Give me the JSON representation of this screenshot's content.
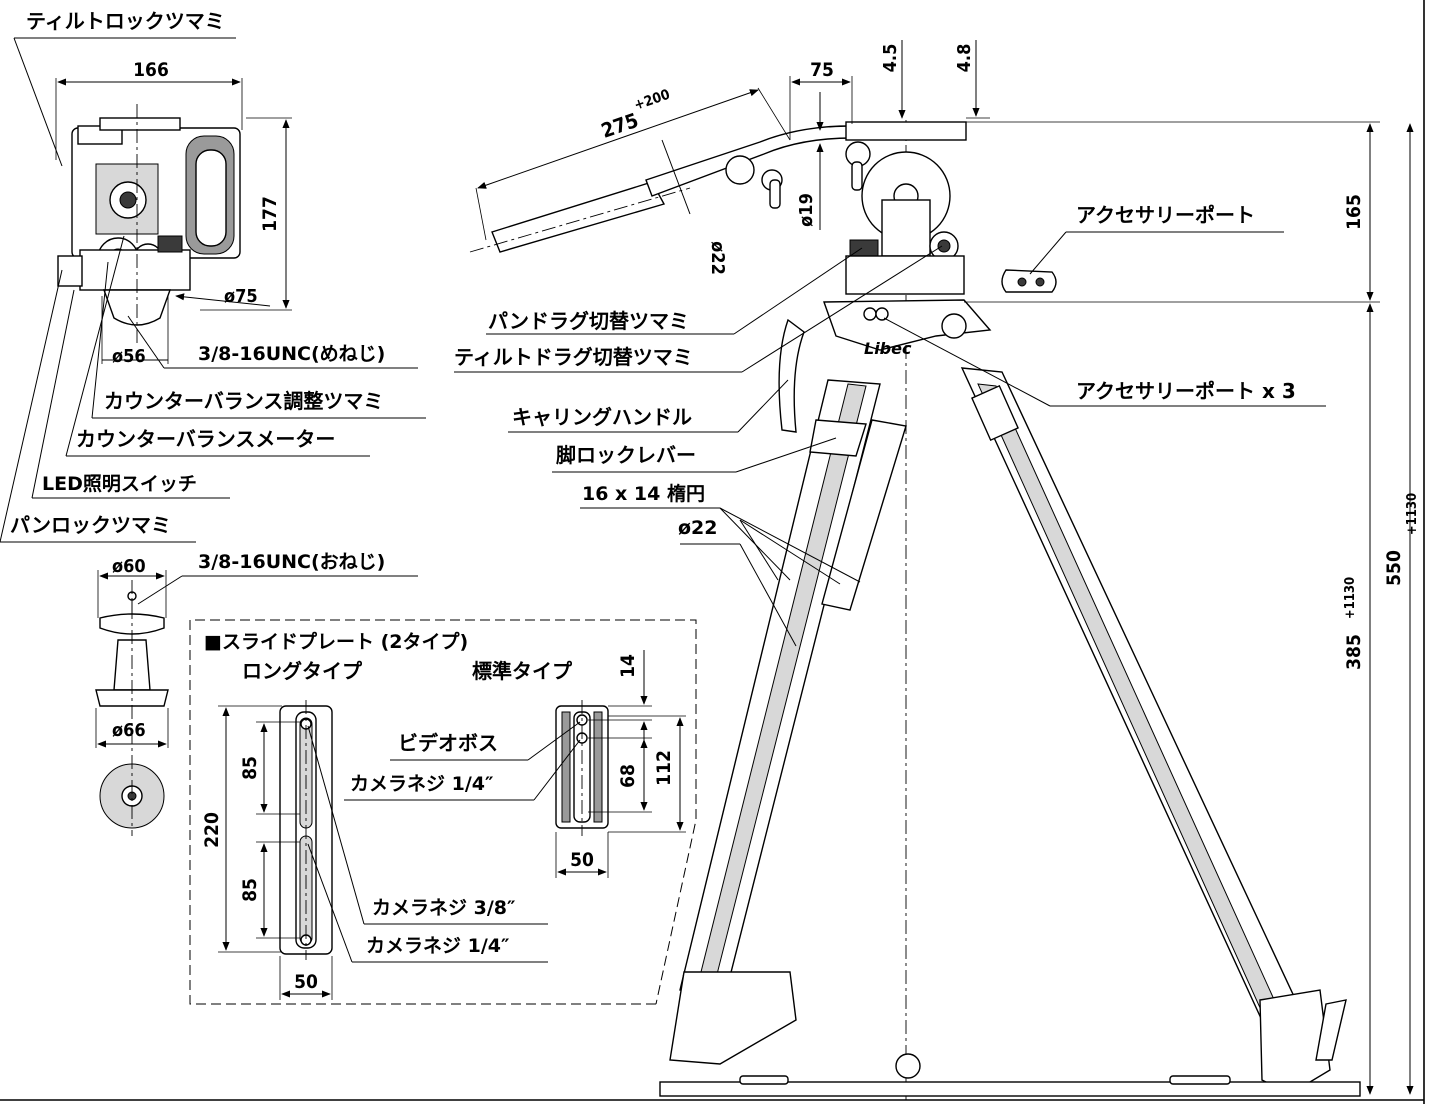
{
  "labels": {
    "tilt_lock_knob": "ティルトロックツマミ",
    "accessory_port": "アクセサリーポート",
    "pan_drag_knob": "パンドラグ切替ツマミ",
    "tilt_drag_knob": "ティルトドラグ切替ツマミ",
    "accessory_port_x3": "アクセサリーポート x 3",
    "carrying_handle": "キャリングハンドル",
    "leg_lock_lever": "脚ロックレバー",
    "leg_section": "16 x 14 楕円",
    "leg_dia": "ø22",
    "thread_female": "3/8-16UNC(めねじ)",
    "counterbalance_knob": "カウンターバランス調整ツマミ",
    "counterbalance_meter": "カウンターバランスメーター",
    "led_switch": "LED照明スイッチ",
    "pan_lock_knob": "パンロックツマミ",
    "thread_male": "3/8-16UNC(おねじ)",
    "slide_plate_title": "■スライドプレート (2タイプ)",
    "long_type": "ロングタイプ",
    "standard_type": "標準タイプ",
    "video_boss": "ビデオボス",
    "camera_screw_quarter_a": "カメラネジ 1/4″",
    "camera_screw_3_8": "カメラネジ 3/8″",
    "camera_screw_quarter_b": "カメラネジ 1/4″",
    "brand": "Libec"
  },
  "dimensions": {
    "head_width": "166",
    "head_height": "177",
    "bowl_dia": "ø75",
    "bowl_base_dia": "ø56",
    "knob_top_dia": "ø60",
    "knob_bottom_dia": "ø66",
    "handle_length": "275",
    "handle_length_ext": "+200",
    "handle_offset": "75",
    "offset_a": "4.5",
    "offset_b": "4.8",
    "handle_tube_dia": "ø19",
    "handle_grip_dia": "ø22",
    "head_total_height": "165",
    "total_height": "550",
    "total_height_ext": "+1130",
    "leg_height": "385",
    "leg_height_ext": "+1130",
    "long_plate_length": "220",
    "long_slot_a": "85",
    "long_slot_b": "85",
    "long_plate_width": "50",
    "std_top_offset": "14",
    "std_slot_length": "68",
    "std_plate_length": "112",
    "std_plate_width": "50"
  }
}
